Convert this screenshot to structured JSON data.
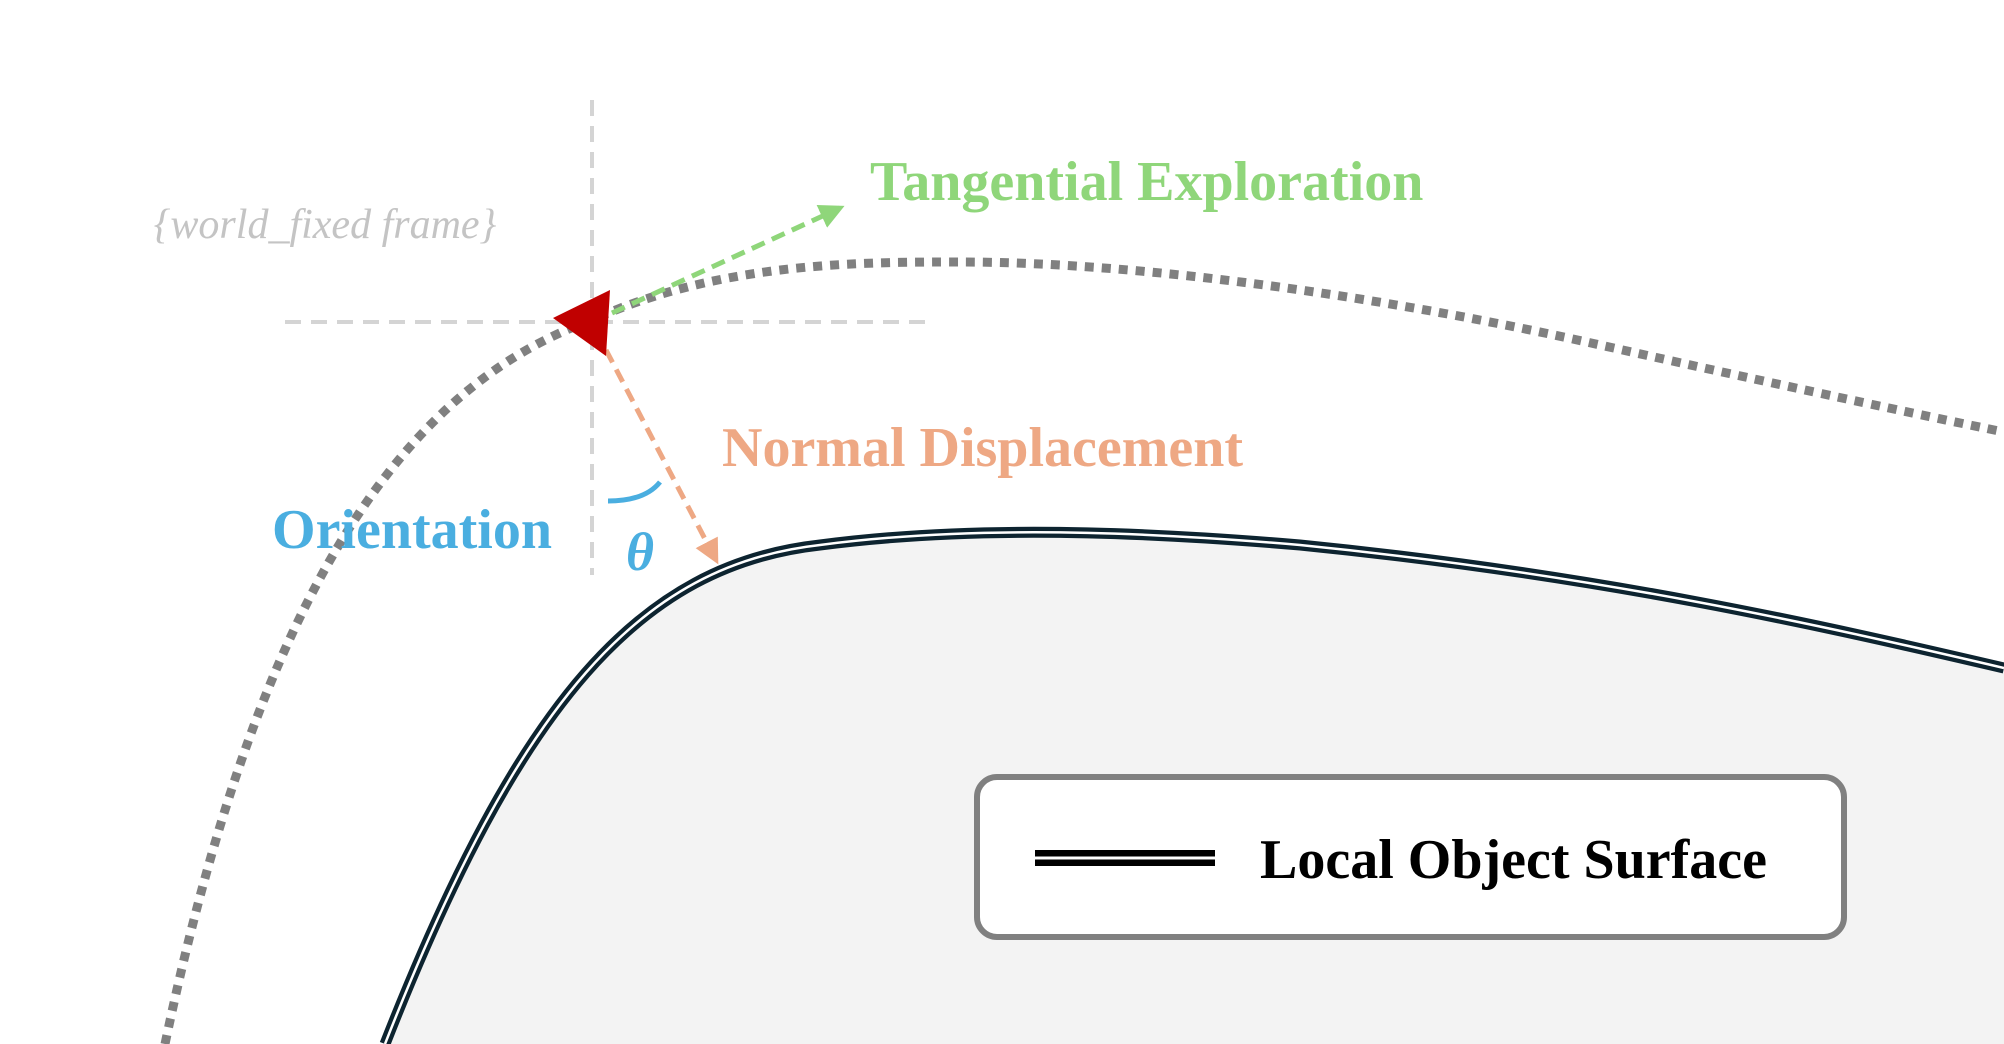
{
  "labels": {
    "frame": "{world_fixed frame}",
    "tangential": "Tangential Exploration",
    "normal": "Normal Displacement",
    "orientation": "Orientation",
    "theta": "θ",
    "legend": "Local Object Surface"
  },
  "colors": {
    "tangential": "#8fd67a",
    "normal": "#eea884",
    "orientation": "#4aaee0",
    "frame_text": "#c4c4c4",
    "frame_axes": "#d4d4d4",
    "trajectory": "#808080",
    "probe": "#c00000",
    "surface_edge": "#0d2430",
    "surface_fill": "#f3f3f3",
    "legend_border": "#808080"
  },
  "icons": {
    "probe": "red-triangle-marker",
    "legend_swatch": "double-line-swatch"
  }
}
